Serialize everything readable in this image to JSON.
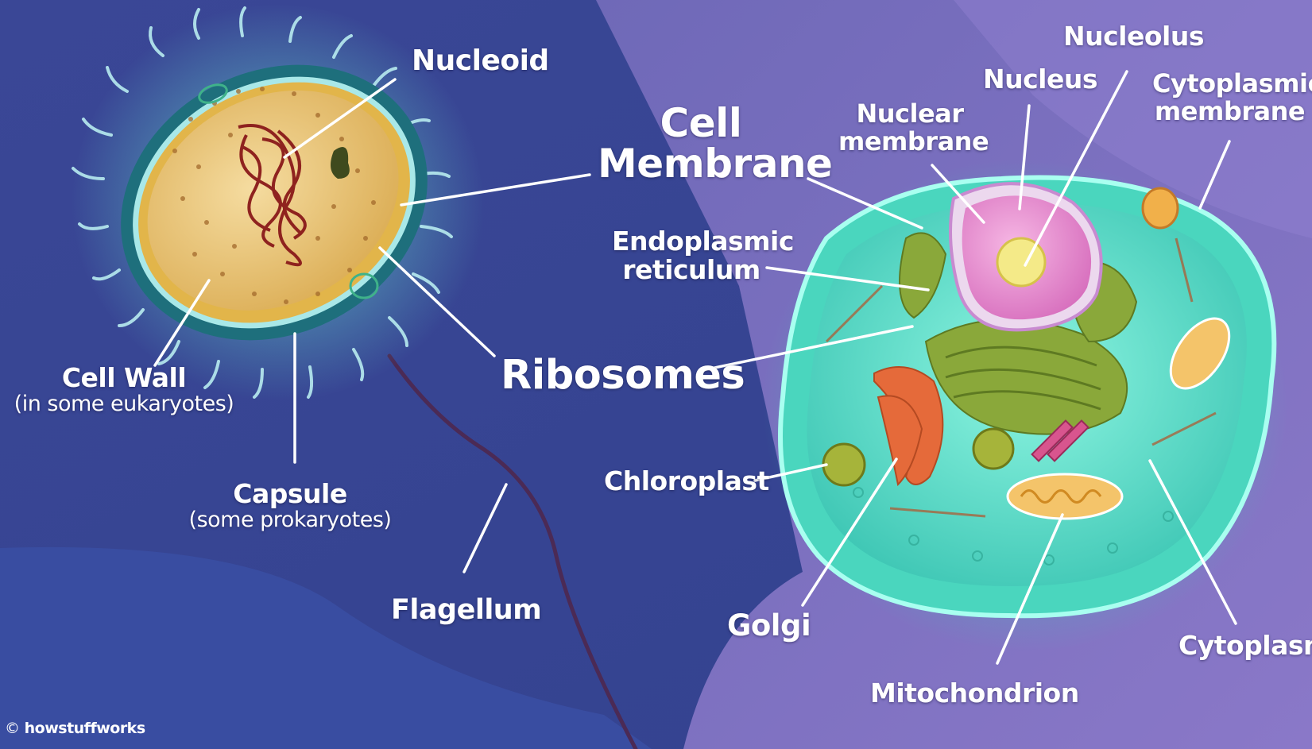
{
  "labels": {
    "nucleoid": "Nucleoid",
    "cell_membrane_line1": "Cell",
    "cell_membrane_line2": "Membrane",
    "cell_wall": "Cell Wall",
    "cell_wall_note": "(in some eukaryotes)",
    "capsule": "Capsule",
    "capsule_note": "(some prokaryotes)",
    "ribosomes": "Ribosomes",
    "flagellum": "Flagellum",
    "nucleolus": "Nucleolus",
    "nucleus": "Nucleus",
    "nuclear_membrane_line1": "Nuclear",
    "nuclear_membrane_line2": "membrane",
    "cytoplasmic_membrane_line1": "Cytoplasmic",
    "cytoplasmic_membrane_line2": "membrane",
    "endoplasmic_reticulum_line1": "Endoplasmic",
    "endoplasmic_reticulum_line2": "reticulum",
    "chloroplast": "Chloroplast",
    "golgi": "Golgi",
    "mitochondrion": "Mitochondrion",
    "cytoplasm": "Cytoplasm"
  },
  "credit": {
    "symbol": "©",
    "brand": "howstuffworks"
  },
  "colors": {
    "background_left": "#3b4a9a",
    "background_right": "#7a70c2",
    "prokaryote_cytoplasm": "#e7c27a",
    "prokaryote_capsule": "#1f7f8a",
    "dna": "#8a1a1a",
    "eukaryote_cytoplasm": "#5fe0c2",
    "nucleus": "#e98bcf",
    "nucleolus": "#f0e27a",
    "golgi": "#e06a3a",
    "mitochondrion": "#f3b23a",
    "chloroplast_er": "#7fa63a",
    "label_text": "#ffffff"
  }
}
